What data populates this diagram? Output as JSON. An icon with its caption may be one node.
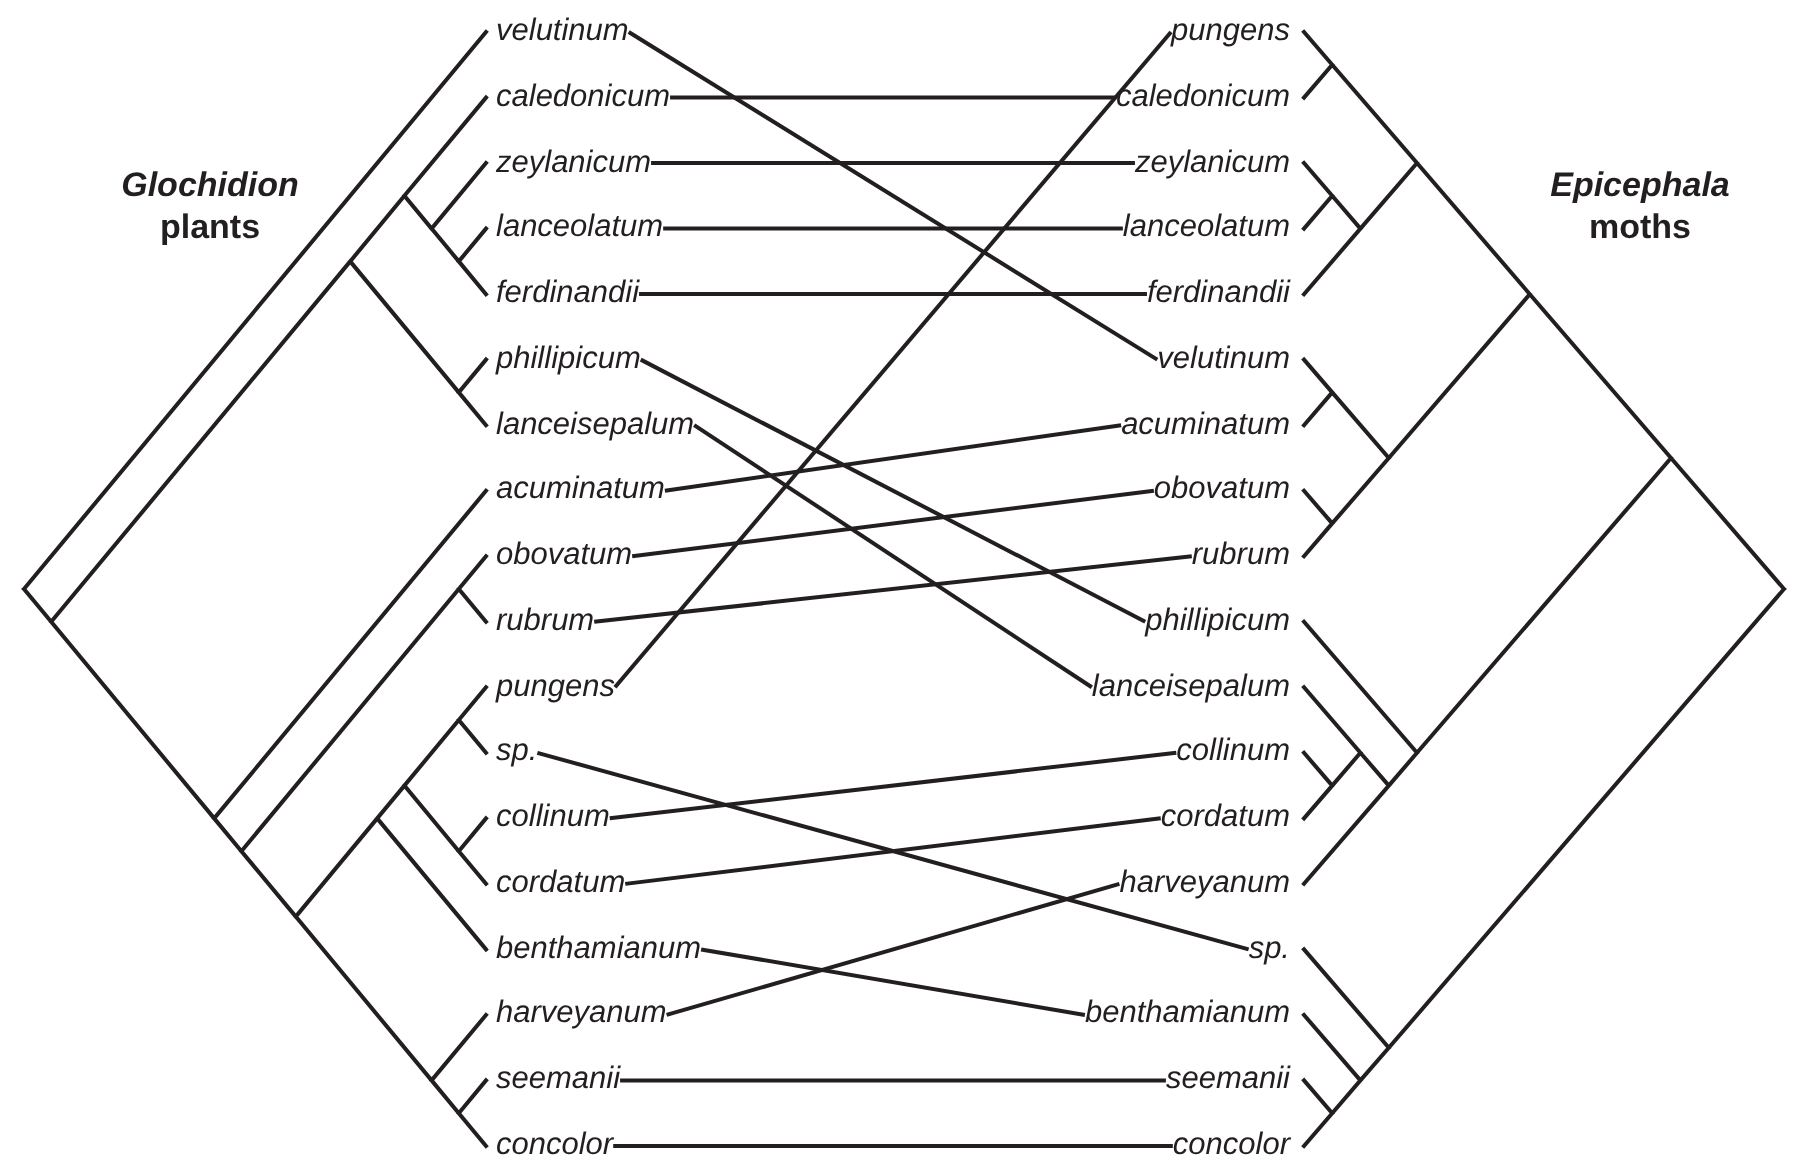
{
  "diagram": {
    "nodes": [
      {
        "text": [
          "velutinum"
        ]
      },
      {
        "text": [
          "caledonicum"
        ]
      },
      {
        "text": [
          "zeylanicum"
        ]
      },
      {
        "text": [
          "lanceolatum"
        ]
      },
      {
        "text": [
          "ferdinandii"
        ]
      },
      {
        "text": [
          "phillipicum"
        ]
      },
      {
        "text": [
          "lanceisepalum"
        ]
      },
      {
        "text": [
          "acuminatum"
        ]
      },
      {
        "text": [
          "obovatum"
        ]
      },
      {
        "text": [
          "rubrum"
        ]
      },
      {
        "text": [
          "pungens"
        ]
      },
      {
        "text": [
          "sp."
        ]
      },
      {
        "text": [
          "collinum"
        ]
      },
      {
        "text": [
          "cordatum"
        ]
      },
      {
        "text": [
          "benthamianum"
        ]
      },
      {
        "text": [
          "harveyanum"
        ]
      },
      {
        "text": [
          "seemanii"
        ]
      },
      {
        "text": [
          "concolor"
        ]
      },
      {
        "text": [
          "pungens"
        ]
      },
      {
        "text": [
          "caledonicum"
        ]
      },
      {
        "text": [
          "zeylanicum"
        ]
      },
      {
        "text": [
          "lanceolatum"
        ]
      },
      {
        "text": [
          "ferdinandii"
        ]
      },
      {
        "text": [
          "velutinum"
        ]
      },
      {
        "text": [
          "acuminatum"
        ]
      },
      {
        "text": [
          "obovatum"
        ]
      },
      {
        "text": [
          "rubrum"
        ]
      },
      {
        "text": [
          "phillipicum"
        ]
      },
      {
        "text": [
          "lanceisepalum"
        ]
      },
      {
        "text": [
          "collinum"
        ]
      },
      {
        "text": [
          "cordatum"
        ]
      },
      {
        "text": [
          "harveyanum"
        ]
      },
      {
        "text": [
          "sp."
        ]
      },
      {
        "text": [
          "benthamianum"
        ]
      },
      {
        "text": [
          "seemanii"
        ]
      },
      {
        "text": [
          "concolor"
        ]
      }
    ],
    "edges": [
      {
        "from": 0,
        "to": 23,
        "arrow": "none"
      },
      {
        "from": 1,
        "to": 19,
        "arrow": "none"
      },
      {
        "from": 2,
        "to": 20,
        "arrow": "none"
      },
      {
        "from": 3,
        "to": 21,
        "arrow": "none"
      },
      {
        "from": 4,
        "to": 22,
        "arrow": "none"
      },
      {
        "from": 5,
        "to": 27,
        "arrow": "none"
      },
      {
        "from": 6,
        "to": 28,
        "arrow": "none"
      },
      {
        "from": 7,
        "to": 24,
        "arrow": "none"
      },
      {
        "from": 8,
        "to": 25,
        "arrow": "none"
      },
      {
        "from": 9,
        "to": 26,
        "arrow": "none"
      },
      {
        "from": 10,
        "to": 18,
        "arrow": "none"
      },
      {
        "from": 11,
        "to": 32,
        "arrow": "none"
      },
      {
        "from": 12,
        "to": 29,
        "arrow": "none"
      },
      {
        "from": 13,
        "to": 30,
        "arrow": "none"
      },
      {
        "from": 14,
        "to": 33,
        "arrow": "none"
      },
      {
        "from": 15,
        "to": 31,
        "arrow": "none"
      },
      {
        "from": 16,
        "to": 34,
        "arrow": "none"
      },
      {
        "from": 17,
        "to": 35,
        "arrow": "none"
      }
    ],
    "labels": [
      "*Glochidion* plants",
      "*Epicephala* moths"
    ]
  }
}
